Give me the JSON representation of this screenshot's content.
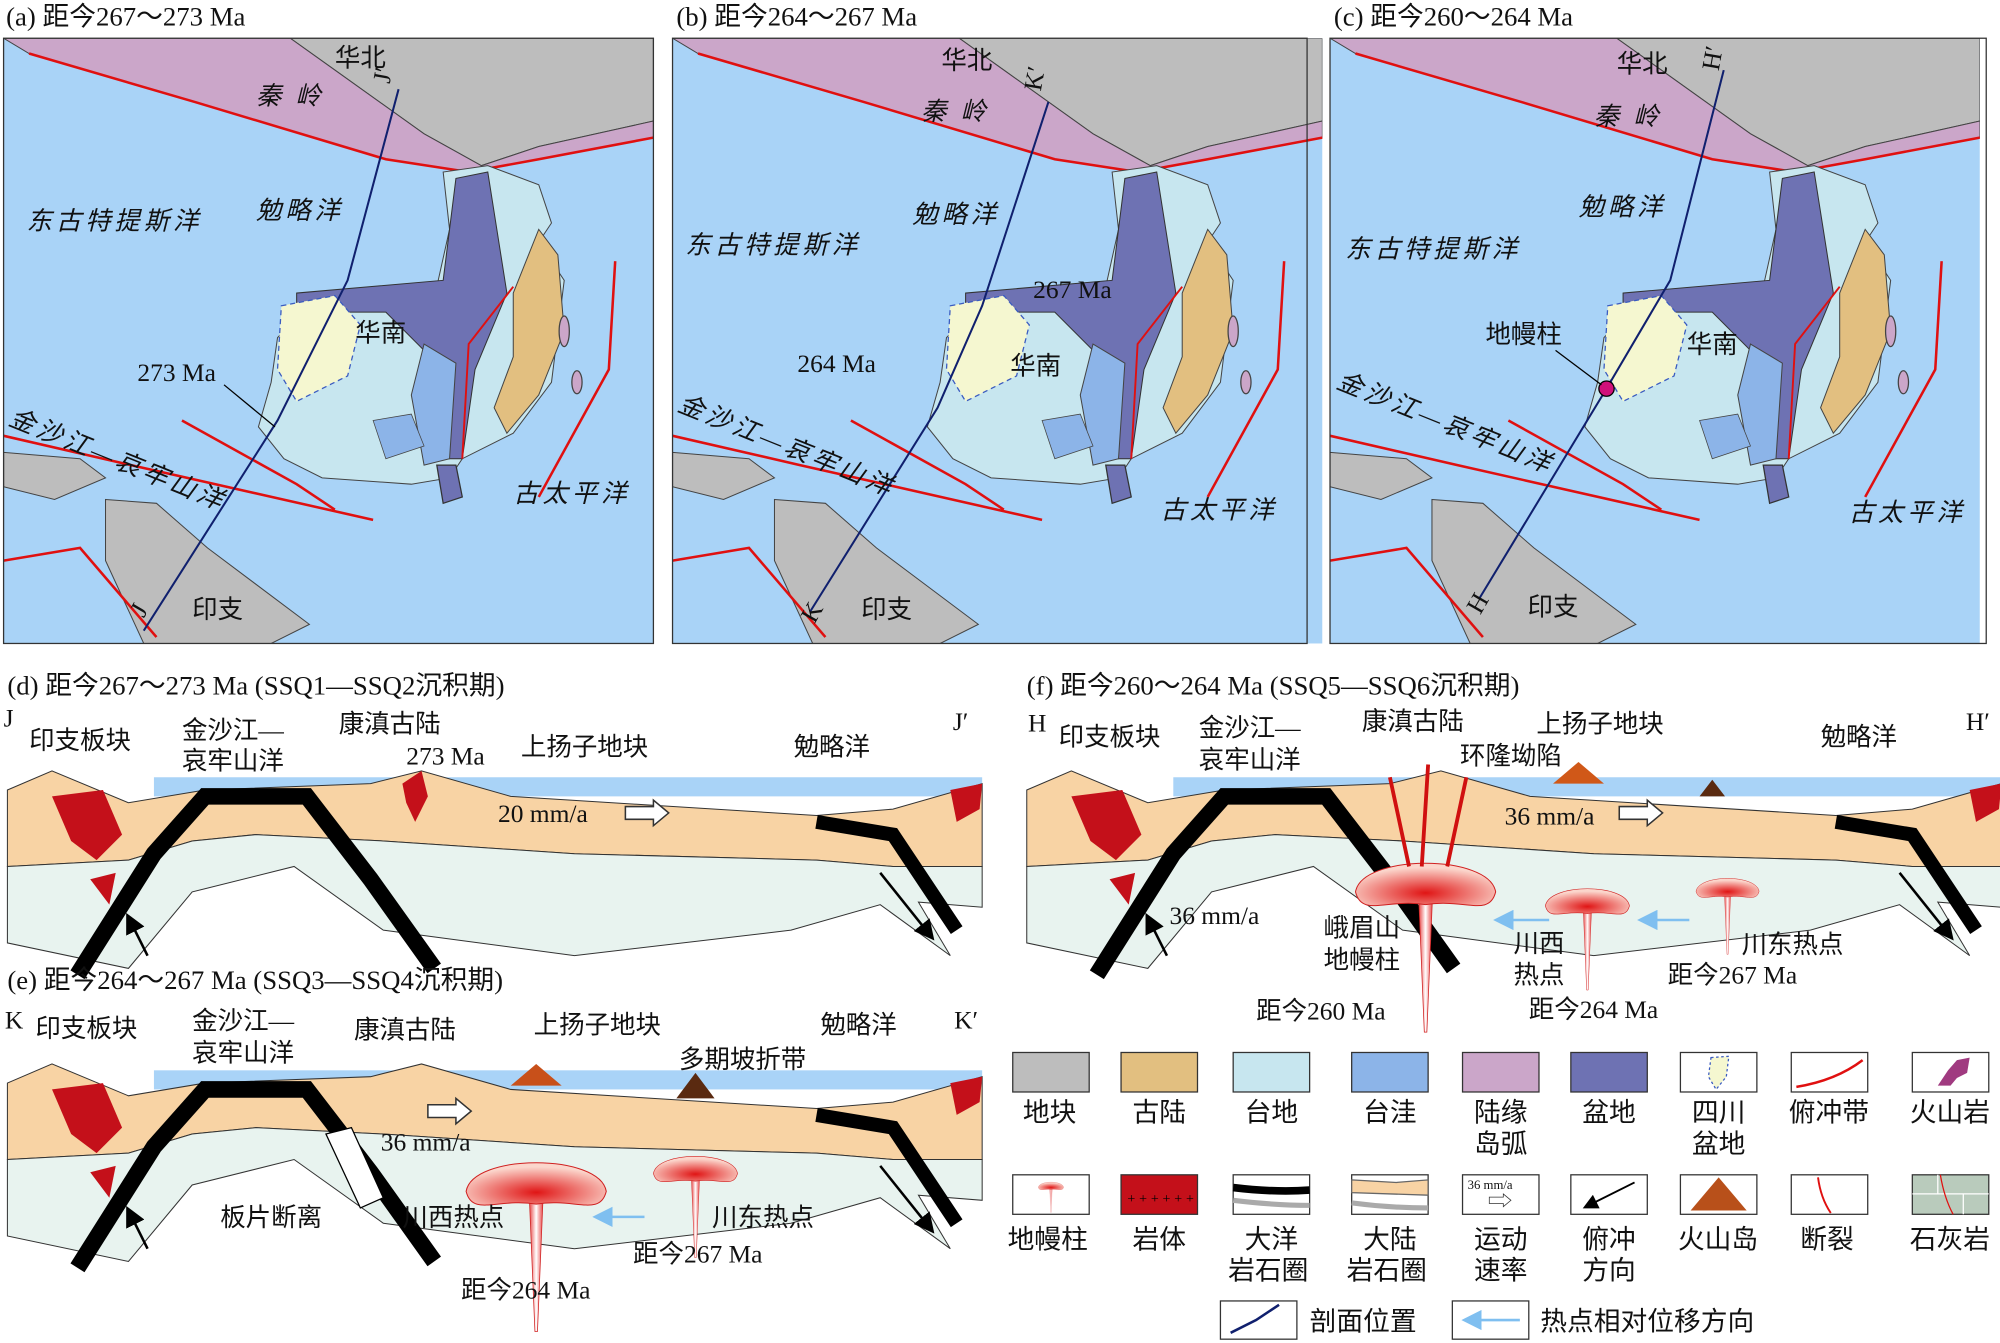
{
  "colors": {
    "ocean": "#a9d3f7",
    "block": "#bdbdbd",
    "paleoland": "#e2bf80",
    "platform": "#c7e6ef",
    "depression": "#8cb4e8",
    "arc": "#cba6c9",
    "basin": "#6e72b3",
    "sichuan": "#f5f7d0",
    "crust": "#f8d3a4",
    "litho": "#e8f3ef",
    "pluton": "#c4101a",
    "fault": "#e01010",
    "profile": "#10206e",
    "hotspot_arrow": "#7fbff0"
  },
  "maps": [
    {
      "title": "(a) 距今267～273 Ma",
      "north": "华北",
      "qinling": "秦 岭",
      "profile_end": "J′",
      "mianlue": "勉略洋",
      "tethys": "东古特提斯洋",
      "south": "华南",
      "age1": "273 Ma",
      "jinsha": "金沙江—哀牢山洋",
      "pacific": "古太平洋",
      "indochina": "印支",
      "profile_start": "J"
    },
    {
      "title": "(b) 距今264～267 Ma",
      "north": "华北",
      "qinling": "秦 岭",
      "profile_end": "K′",
      "mianlue": "勉略洋",
      "tethys": "东古特提斯洋",
      "south": "华南",
      "age1": "267 Ma",
      "age2": "264 Ma",
      "jinsha": "金沙江—哀牢山洋",
      "pacific": "古太平洋",
      "indochina": "印支",
      "profile_start": "K"
    },
    {
      "title": "(c) 距今260～264 Ma",
      "north": "华北",
      "qinling": "秦 岭",
      "profile_end": "H′",
      "mianlue": "勉略洋",
      "tethys": "东古特提斯洋",
      "south": "华南",
      "plume": "地幔柱",
      "jinsha": "金沙江—哀牢山洋",
      "pacific": "古太平洋",
      "indochina": "印支",
      "profile_start": "H"
    }
  ],
  "sections": {
    "d": {
      "title": "(d) 距今267～273 Ma (SSQ1—SSQ2沉积期)",
      "start": "J",
      "end": "J′",
      "indochina": "印支板块",
      "jinsha1": "金沙江—",
      "jinsha2": "哀牢山洋",
      "kangdian": "康滇古陆",
      "age": "273 Ma",
      "yangtze": "上扬子地块",
      "mianlue": "勉略洋",
      "rate": "20 mm/a"
    },
    "e": {
      "title": "(e) 距今264～267 Ma (SSQ3—SSQ4沉积期)",
      "start": "K",
      "end": "K′",
      "indochina": "印支板块",
      "jinsha1": "金沙江—",
      "jinsha2": "哀牢山洋",
      "kangdian": "康滇古陆",
      "yangtze": "上扬子地块",
      "mianlue": "勉略洋",
      "slope": "多期坡折带",
      "rate": "36 mm/a",
      "breakoff": "板片断离",
      "west_hotspot": "川西热点",
      "east_hotspot": "川东热点",
      "age_east": "距今267 Ma",
      "age_west": "距今264 Ma"
    },
    "f": {
      "title": "(f) 距今260～264 Ma (SSQ5—SSQ6沉积期)",
      "start": "H",
      "end": "H′",
      "indochina": "印支板块",
      "jinsha1": "金沙江—",
      "jinsha2": "哀牢山洋",
      "kangdian": "康滇古陆",
      "yangtze": "上扬子地块",
      "ring": "环隆坳陷",
      "mianlue": "勉略洋",
      "rate": "36 mm/a",
      "slab_rate": "36 mm/a",
      "emei1": "峨眉山",
      "emei2": "地幔柱",
      "west1": "川西",
      "west2": "热点",
      "east_hotspot": "川东热点",
      "age_east": "距今267 Ma",
      "age_emei": "距今260 Ma",
      "age_west": "距今264 Ma"
    }
  },
  "legend": {
    "row1": [
      {
        "icon": "block-swatch",
        "l1": "地块"
      },
      {
        "icon": "paleoland-swatch",
        "l1": "古陆"
      },
      {
        "icon": "platform-swatch",
        "l1": "台地"
      },
      {
        "icon": "depression-swatch",
        "l1": "台洼"
      },
      {
        "icon": "arc-swatch",
        "l1": "陆缘",
        "l2": "岛弧"
      },
      {
        "icon": "basin-swatch",
        "l1": "盆地"
      },
      {
        "icon": "sichuan-basin-icon",
        "l1": "四川",
        "l2": "盆地"
      },
      {
        "icon": "subduction-zone-icon",
        "l1": "俯冲带"
      },
      {
        "icon": "volcanic-rock-icon",
        "l1": "火山岩"
      }
    ],
    "row2": [
      {
        "icon": "mantle-plume-icon",
        "l1": "地幔柱"
      },
      {
        "icon": "pluton-icon",
        "l1": "岩体"
      },
      {
        "icon": "oceanic-lithosphere-icon",
        "l1": "大洋",
        "l2": "岩石圈"
      },
      {
        "icon": "continental-lithosphere-icon",
        "l1": "大陆",
        "l2": "岩石圈"
      },
      {
        "icon": "motion-rate-icon",
        "l1": "运动",
        "l2": "速率",
        "sample": "36 mm/a"
      },
      {
        "icon": "subduction-direction-icon",
        "l1": "俯冲",
        "l2": "方向"
      },
      {
        "icon": "volcanic-island-icon",
        "l1": "火山岛"
      },
      {
        "icon": "fault-icon",
        "l1": "断裂"
      },
      {
        "icon": "limestone-icon",
        "l1": "石灰岩"
      }
    ],
    "row3": [
      {
        "icon": "profile-location-icon",
        "l1": "剖面位置"
      },
      {
        "icon": "hotspot-shift-icon",
        "l1": "热点相对位移方向"
      }
    ]
  }
}
